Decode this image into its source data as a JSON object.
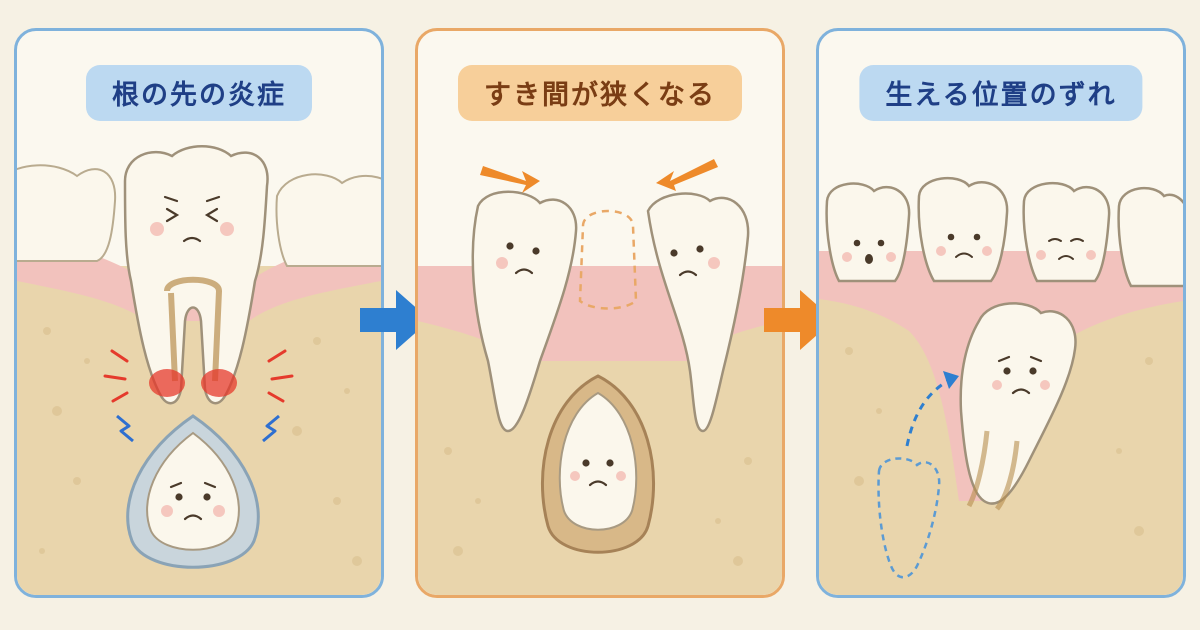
{
  "panels": [
    {
      "title": "根の先の炎症",
      "accent": "#7fb2dc"
    },
    {
      "title": "すき間が狭くなる",
      "accent": "#e9a867"
    },
    {
      "title": "生える位置のずれ",
      "accent": "#7fb2dc"
    }
  ],
  "colors": {
    "background": "#f6f1e4",
    "gum": "#f2c5c0",
    "bone": "#e7d2a8",
    "tooth": "#fbf7ec",
    "inflammation": "#e53a2c",
    "arrow_blue": "#2e7fd0",
    "arrow_orange": "#ee8a2a"
  },
  "icons": [
    "pain-mark-icon",
    "lightning-icon",
    "push-arrow-icon",
    "eruption-path-arrow-icon"
  ]
}
